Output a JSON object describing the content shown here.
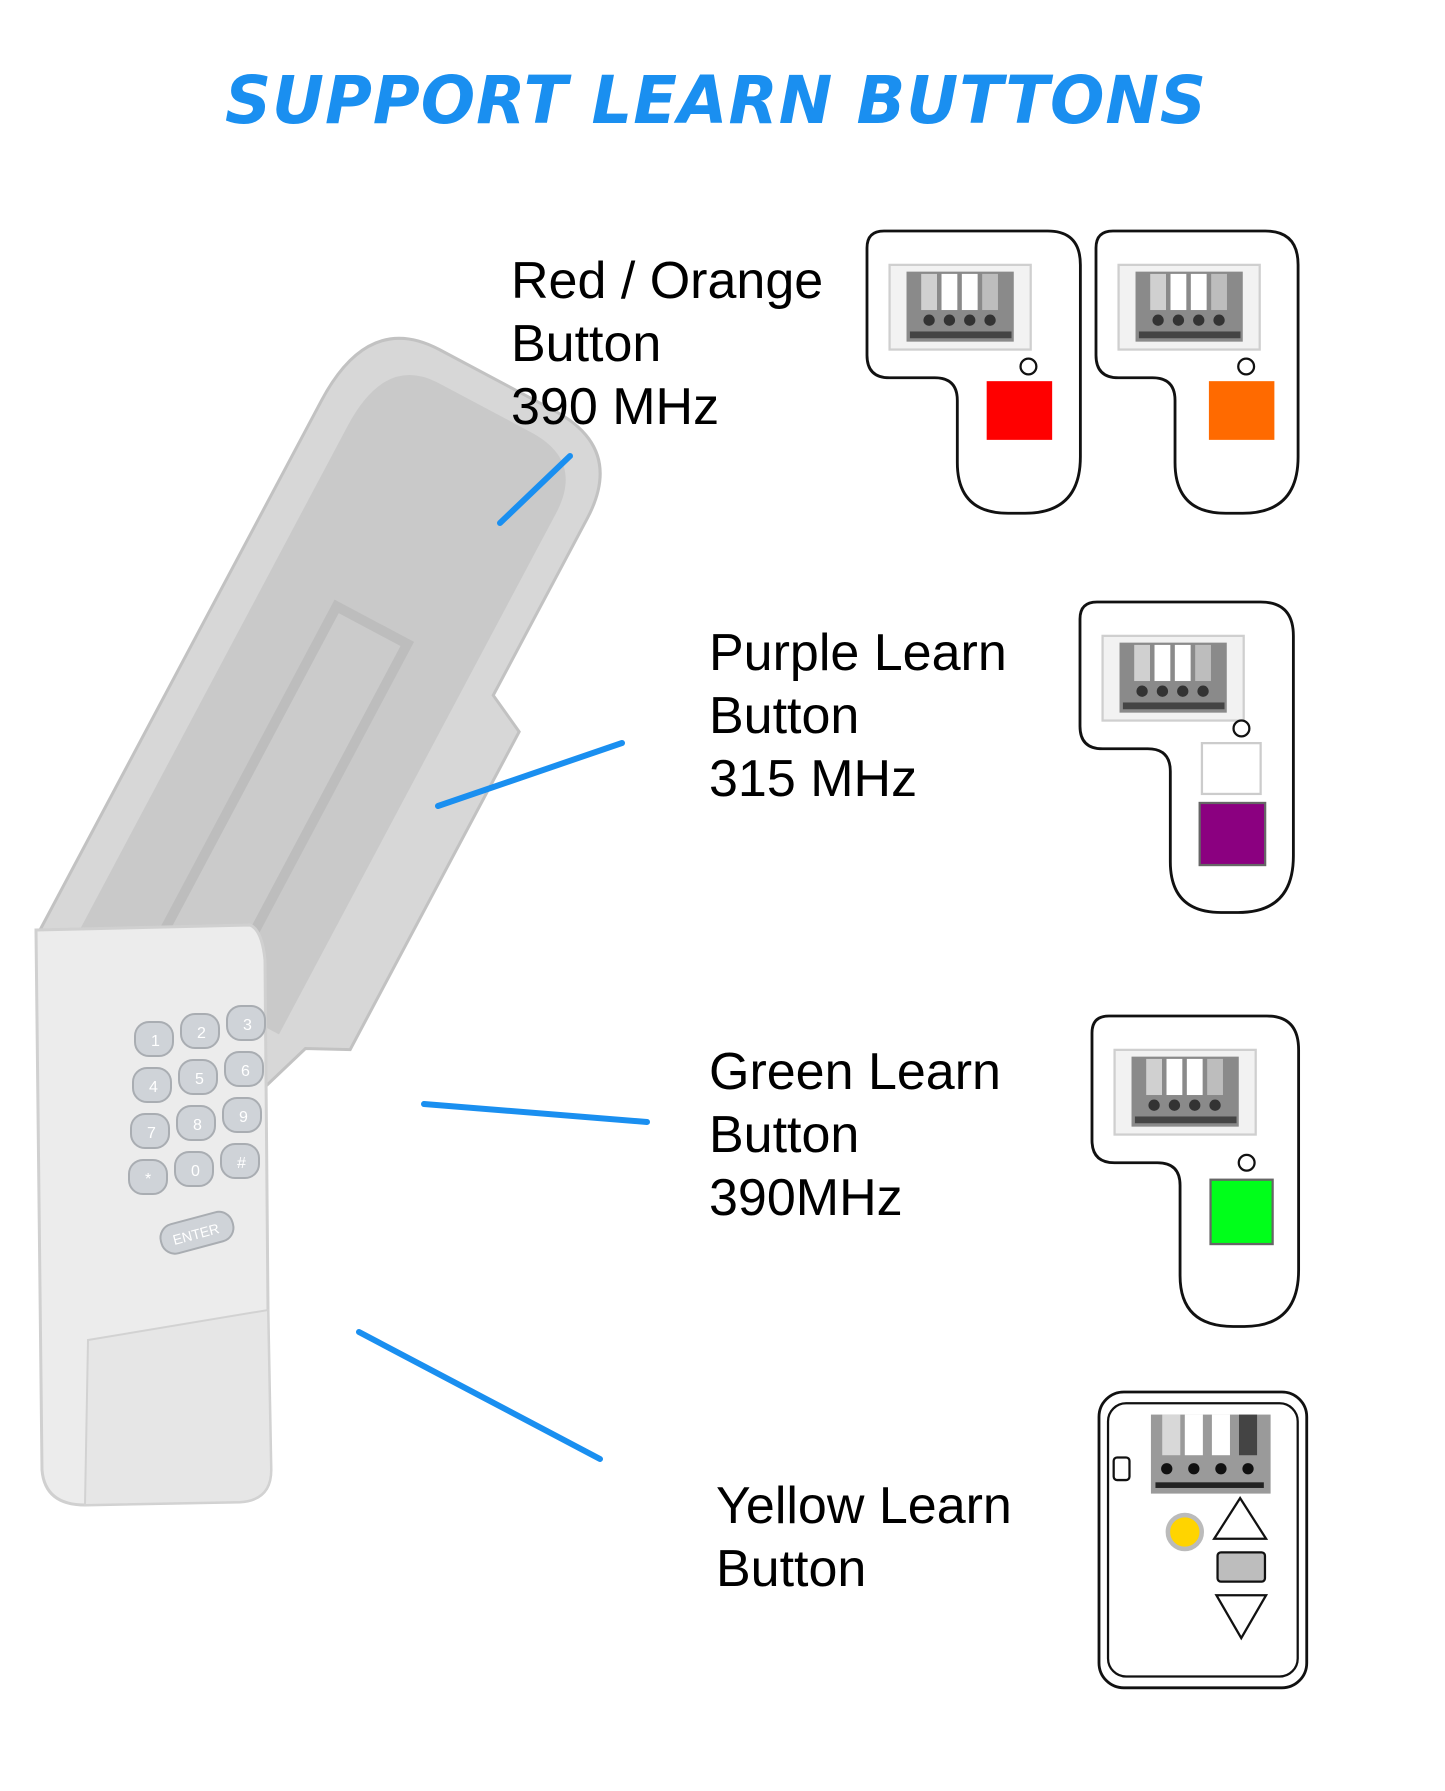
{
  "title": "SUPPORT LEARN BUTTONS",
  "sections": [
    {
      "lines": [
        "Red / Orange",
        "Button",
        "390 MHz"
      ]
    },
    {
      "lines": [
        "Purple Learn",
        "Button",
        "315 MHz"
      ]
    },
    {
      "lines": [
        "Green Learn",
        "Button",
        "390MHz"
      ]
    },
    {
      "lines": [
        "Yellow Learn",
        "Button"
      ]
    }
  ],
  "colors": {
    "title": "#1a8ff0",
    "leader_line": "#1a8ff0",
    "red": "#ff0000",
    "orange": "#ff6a00",
    "purple": "#8b0080",
    "green": "#00ff1a",
    "yellow": "#ffd400"
  },
  "keypad": {
    "keys": [
      "1",
      "2",
      "3",
      "4",
      "5",
      "6",
      "7",
      "8",
      "9",
      "*",
      "0",
      "#"
    ],
    "enter_label": "ENTER"
  }
}
